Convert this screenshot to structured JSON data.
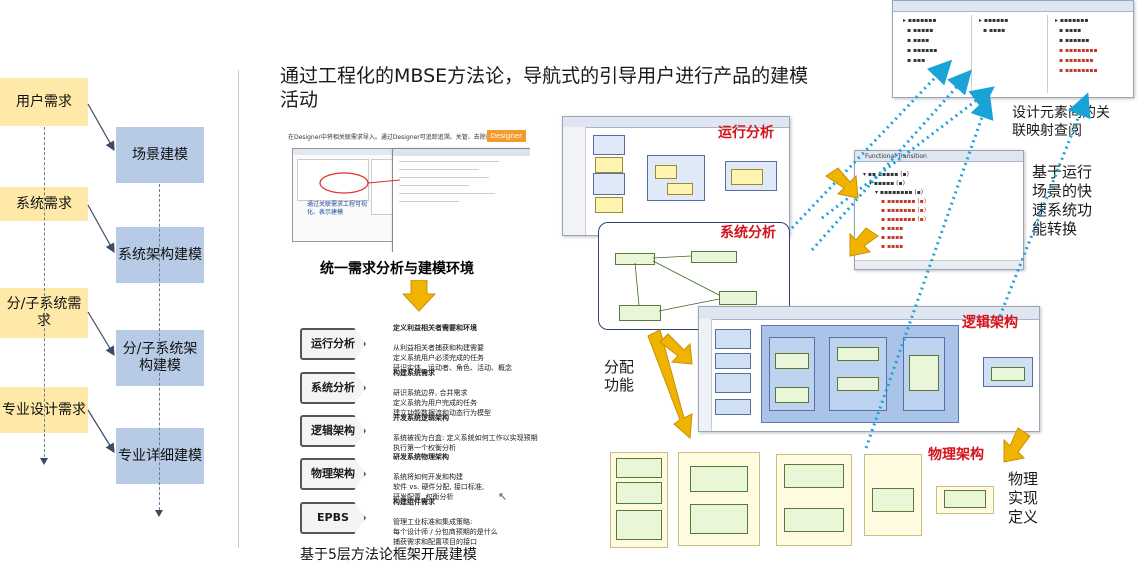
{
  "headline": "通过工程化的MBSE方法论，导航式的引导用户进行产品的建模活动",
  "left_flow": {
    "requirements": [
      "用户需求",
      "系统需求",
      "分/子系统需求",
      "专业设计需求"
    ],
    "models": [
      "场景建模",
      "系统架构建模",
      "分/子系统架构建模",
      "专业详细建模"
    ]
  },
  "center": {
    "env_title": "统一需求分析与建模环境",
    "designer_note": "在Designer中将相关联需求导入。通过Designer可追踪追溯、关管、去除指引",
    "designer_badge": "Designer",
    "designer_callout": "通过关联需求工程可视化、表示建模",
    "steps": [
      {
        "label": "运行分析",
        "title": "定义利益相关者需要和环境",
        "lines": [
          "从利益相关者捕获和构建需要",
          "定义系统用户必须完成的任务",
          "研识实体、运动者、角色、活动、概念"
        ]
      },
      {
        "label": "系统分析",
        "title": "构建系统需求",
        "lines": [
          "研识系统边界, 合并需求",
          "定义系统为用户完成的任务",
          "建立功能数据流和动态行为模型"
        ]
      },
      {
        "label": "逻辑架构",
        "title": "开发系统逻辑架构",
        "lines": [
          "系统被视为白盒: 定义系统如何工作以实现预期",
          "执行第一个权衡分析"
        ]
      },
      {
        "label": "物理架构",
        "title": "研发系统物理架构",
        "lines": [
          "系统将如何开发和构建",
          "软件 vs. 硬件分配, 接口标准,",
          "研发配置, 权衡分析"
        ]
      },
      {
        "label": "EPBS",
        "title": "构建组件需求",
        "lines": [
          "管理工业标准和集成策略:",
          "每个设计师 / 分包商预期的是什么",
          "捕获需求和配置项目的接口"
        ]
      }
    ],
    "caption": "基于5层方法论框架开展建模"
  },
  "right": {
    "op_analysis": "运行分析",
    "sys_analysis": "系统分析",
    "logical_arch": "逻辑架构",
    "physical_arch": "物理架构",
    "alloc_label": "分配功能",
    "mapping_note": "设计元素间的关联映射查阅",
    "scenario_note": "基于运行场景的快速系统功能转换",
    "physical_note": "物理实现定义",
    "ft_window_title": "Functional Transition"
  },
  "colors": {
    "req_fill": "#ffe9a8",
    "model_fill": "#b7cbe6",
    "accent_red": "#d4141c",
    "arrow_gold": "#f0b400",
    "dotted_link": "#1aa3d6"
  }
}
